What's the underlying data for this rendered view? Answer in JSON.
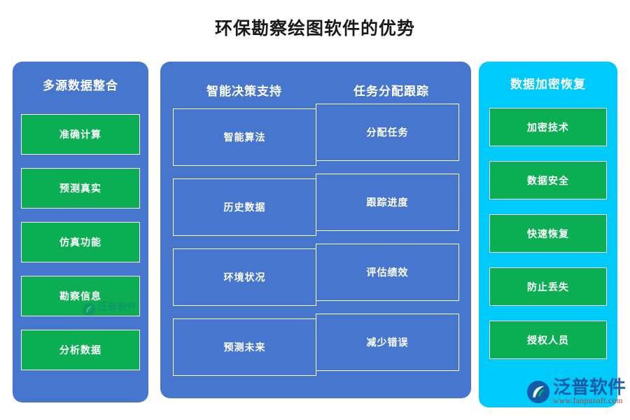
{
  "title": "环保勘察绘图软件的优势",
  "colors": {
    "background": "#ffffff",
    "title_text": "#1a1a1a",
    "panel_blue": "#4776ce",
    "panel_cyan": "#00cafa",
    "item_green": "#0bae52",
    "item_border": "#ffffff",
    "item_text": "#ffffff",
    "watermark_name": "#1452a0",
    "watermark_url": "#c0392b"
  },
  "panels": {
    "left": {
      "header": "多源数据整合",
      "items": [
        "准确计算",
        "预测真实",
        "仿真功能",
        "勘察信息",
        "分析数据"
      ]
    },
    "middle": {
      "columns": [
        {
          "header": "智能决策支持",
          "items": [
            "智能算法",
            "历史数据",
            "环境状况",
            "预测未来"
          ]
        },
        {
          "header": "任务分配跟踪",
          "items": [
            "分配任务",
            "跟踪进度",
            "评估绩效",
            "减少错误"
          ]
        }
      ]
    },
    "right": {
      "header": "数据加密恢复",
      "items": [
        "加密技术",
        "数据安全",
        "快速恢复",
        "防止丢失",
        "授权人员"
      ]
    }
  },
  "watermark": {
    "logo_icon": "fanpu-circle-logo-icon",
    "name": "泛普软件",
    "url": "www.fanpusoft.com"
  }
}
